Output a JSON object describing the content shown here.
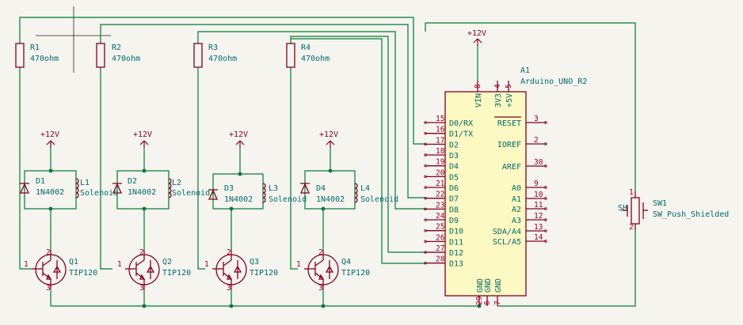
{
  "power_label": "+12V",
  "arduino": {
    "ref": "A1",
    "value": "Arduino_UNO_R2",
    "left_pins": [
      {
        "name": "D0/RX",
        "num": "15"
      },
      {
        "name": "D1/TX",
        "num": "16"
      },
      {
        "name": "D2",
        "num": "17"
      },
      {
        "name": "D3",
        "num": "18"
      },
      {
        "name": "D4",
        "num": "19"
      },
      {
        "name": "D5",
        "num": "20"
      },
      {
        "name": "D6",
        "num": "21"
      },
      {
        "name": "D7",
        "num": "22"
      },
      {
        "name": "D8",
        "num": "23"
      },
      {
        "name": "D9",
        "num": "24"
      },
      {
        "name": "D10",
        "num": "25"
      },
      {
        "name": "D11",
        "num": "26"
      },
      {
        "name": "D12",
        "num": "27"
      },
      {
        "name": "D13",
        "num": "28"
      }
    ],
    "right_pins": [
      {
        "name": "RESET",
        "num": "3"
      },
      {
        "name": "IOREF",
        "num": "2"
      },
      {
        "name": "AREF",
        "num": "30"
      },
      {
        "name": "A0",
        "num": "9"
      },
      {
        "name": "A1",
        "num": "10"
      },
      {
        "name": "A2",
        "num": "11"
      },
      {
        "name": "A3",
        "num": "12"
      },
      {
        "name": "SDA/A4",
        "num": "13"
      },
      {
        "name": "SCL/A5",
        "num": "14"
      }
    ],
    "top_pins": [
      {
        "name": "VIN",
        "num": "8"
      },
      {
        "name": "3V3",
        "num": "4"
      },
      {
        "name": "+5V",
        "num": "5"
      }
    ],
    "bottom_pins": [
      {
        "name": "GND",
        "num": "29"
      },
      {
        "name": "GND",
        "num": "6"
      },
      {
        "name": "GND",
        "num": "7"
      }
    ]
  },
  "resistors": [
    {
      "ref": "R1",
      "value": "470ohm"
    },
    {
      "ref": "R2",
      "value": "470ohm"
    },
    {
      "ref": "R3",
      "value": "470ohm"
    },
    {
      "ref": "R4",
      "value": "470ohm"
    }
  ],
  "diodes": [
    {
      "ref": "D1",
      "value": "1N4002"
    },
    {
      "ref": "D2",
      "value": "1N4002"
    },
    {
      "ref": "D3",
      "value": "1N4002"
    },
    {
      "ref": "D4",
      "value": "1N4002"
    }
  ],
  "solenoids": [
    {
      "ref": "L1",
      "value": "Solenoid"
    },
    {
      "ref": "L2",
      "value": "Solenoid"
    },
    {
      "ref": "L3",
      "value": "Solenoid"
    },
    {
      "ref": "L4",
      "value": "Solenoid"
    }
  ],
  "transistors": [
    {
      "ref": "Q1",
      "value": "TIP120",
      "pins": [
        "1",
        "2",
        "3"
      ]
    },
    {
      "ref": "Q2",
      "value": "TIP120",
      "pins": [
        "1",
        "2",
        "3"
      ]
    },
    {
      "ref": "Q3",
      "value": "TIP120",
      "pins": [
        "1",
        "2",
        "3"
      ]
    },
    {
      "ref": "Q4",
      "value": "TIP120",
      "pins": [
        "1",
        "2",
        "3"
      ]
    }
  ],
  "switch": {
    "ref": "SW1",
    "value": "SW_Push_Shielded",
    "shield_label": "SH",
    "pins": [
      "1",
      "2"
    ]
  }
}
